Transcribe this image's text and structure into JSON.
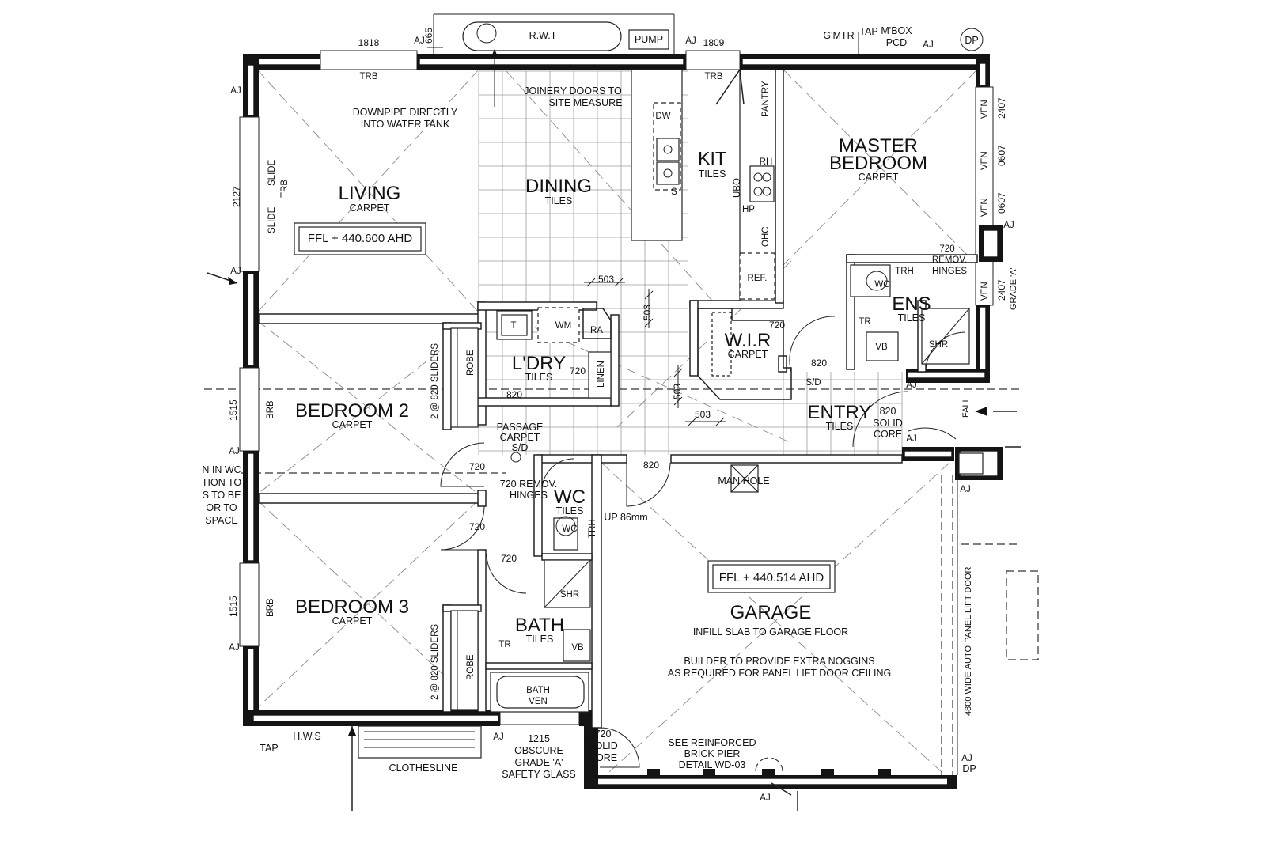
{
  "rooms": {
    "living": {
      "name": "LIVING",
      "finish": "CARPET"
    },
    "dining": {
      "name": "DINING",
      "finish": "TILES"
    },
    "kit": {
      "name": "KIT",
      "finish": "TILES"
    },
    "master": {
      "name_line1": "MASTER",
      "name_line2": "BEDROOM",
      "finish": "CARPET"
    },
    "ens": {
      "name": "ENS",
      "finish": "TILES"
    },
    "wir": {
      "name": "W.I.R",
      "finish": "CARPET"
    },
    "ldry": {
      "name": "L'DRY",
      "finish": "TILES"
    },
    "entry": {
      "name": "ENTRY",
      "finish": "TILES"
    },
    "bed2": {
      "name": "BEDROOM 2",
      "finish": "CARPET"
    },
    "bed3": {
      "name": "BEDROOM 3",
      "finish": "CARPET"
    },
    "passage": {
      "name": "PASSAGE",
      "finish": "CARPET",
      "door": "S/D"
    },
    "wc": {
      "name": "WC",
      "finish": "TILES"
    },
    "bath": {
      "name": "BATH",
      "finish": "TILES"
    },
    "garage": {
      "name": "GARAGE",
      "note": "INFILL SLAB TO GARAGE FLOOR"
    }
  },
  "levels": {
    "living_ffl": "FFL + 440.600 AHD",
    "garage_ffl": "FFL + 440.514 AHD"
  },
  "notes": {
    "downpipe_l1": "DOWNPIPE DIRECTLY",
    "downpipe_l2": "INTO WATER TANK",
    "joinery_l1": "JOINERY DOORS TO",
    "joinery_l2": "SITE MEASURE",
    "noggins_l1": "BUILDER TO PROVIDE EXTRA NOGGINS",
    "noggins_l2": "AS REQUIRED FOR PANEL LIFT DOOR CEILING",
    "pier_l1": "SEE REINFORCED",
    "pier_l2": "BRICK PIER",
    "pier_l3": "DETAIL WD-03",
    "glass_l1": "1215",
    "glass_l2": "OBSCURE",
    "glass_l3": "GRADE 'A'",
    "glass_l4": "SAFETY GLASS",
    "lift_door": "4800 WIDE AUTO PANEL LIFT DOOR",
    "manhole": "MAN HOLE",
    "up": "UP 86mm",
    "clothesline": "CLOTHESLINE",
    "hws": "H.W.S",
    "tap": "TAP",
    "rwt": "R.W.T",
    "pump": "PUMP",
    "gmtr": "G'MTR",
    "tap_top": "TAP",
    "mbox": "M'BOX",
    "pcd": "PCD",
    "dp": "DP",
    "dp2": "DP",
    "fall": "FALL",
    "grade_a": "GRADE 'A'",
    "wc_note_l1": "N IN WC",
    "wc_note_l2": "TION TO",
    "wc_note_l3": "S TO BE",
    "wc_note_l4": "OR TO",
    "wc_note_l5": "SPACE",
    "ens_remov_l1": "720",
    "ens_remov_l2": "REMOV.",
    "ens_remov_l3": "HINGES",
    "wc_remov_l1": "720 REMOV.",
    "wc_remov_l2": "HINGES",
    "solid_core_l1": "820",
    "solid_core_l2": "SOLID",
    "solid_core_l3": "CORE",
    "garage_door_l1": "720",
    "garage_door_l2": "SOLID",
    "garage_door_l3": "CORE",
    "robe": "ROBE",
    "sliders": "2 @ 820 SLIDERS",
    "linen": "LINEN",
    "pantry": "PANTRY",
    "ohc": "OHC",
    "ref": "REF.",
    "ubo": "UBO",
    "rh": "RH",
    "hp": "HP",
    "dw": "DW",
    "s": "S",
    "t": "T",
    "wm": "WM",
    "ra": "RA",
    "trh": "TRH",
    "tr": "TR",
    "vb": "VB",
    "shr": "SHR",
    "bath_l1": "BATH",
    "bath_l2": "VEN",
    "ven": "VEN",
    "slide": "SLIDE",
    "trb": "TRB",
    "brb": "BRB",
    "aj": "AJ",
    "sd": "S/D",
    "wc_fix": "WC"
  },
  "dims": {
    "d1818": "1818",
    "d665": "665",
    "d1809": "1809",
    "d2127": "2127",
    "d1515a": "1515",
    "d1515b": "1515",
    "d2407a": "2407",
    "d0607a": "0607",
    "d0607b": "0607",
    "d2407b": "2407",
    "d503a": "503",
    "d503b": "503",
    "d503c": "503",
    "d503d": "503",
    "d720": "720",
    "d820": "820"
  }
}
